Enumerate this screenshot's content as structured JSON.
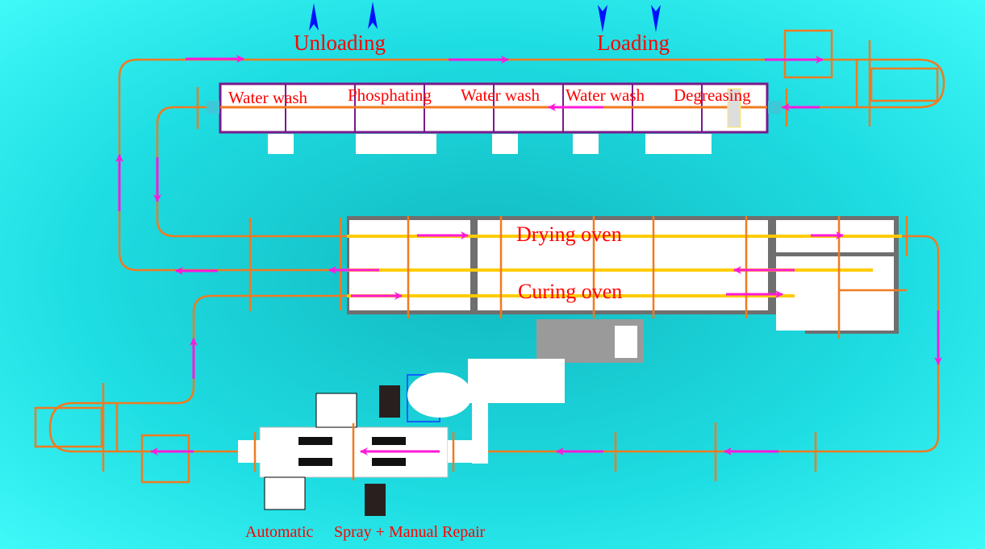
{
  "title_labels": {
    "unloading": "Unloading",
    "loading": "Loading"
  },
  "pretreatment": {
    "stages": [
      "Water wash",
      "Phosphating",
      "Water wash",
      "Water wash",
      "Degreasing"
    ]
  },
  "ovens": {
    "drying": "Drying oven",
    "curing": "Curing oven"
  },
  "spray": {
    "automatic": "Automatic",
    "manual": "Spray + Manual Repair"
  },
  "colors": {
    "background": "#22f0f0",
    "conveyor": "#f07a20",
    "flow_arrow": "#ff1ad9",
    "station_arrow": "#0010ff",
    "label": "#ff0000",
    "washer_frame": "#7a1a8a",
    "oven_track": "#ffcc00"
  }
}
